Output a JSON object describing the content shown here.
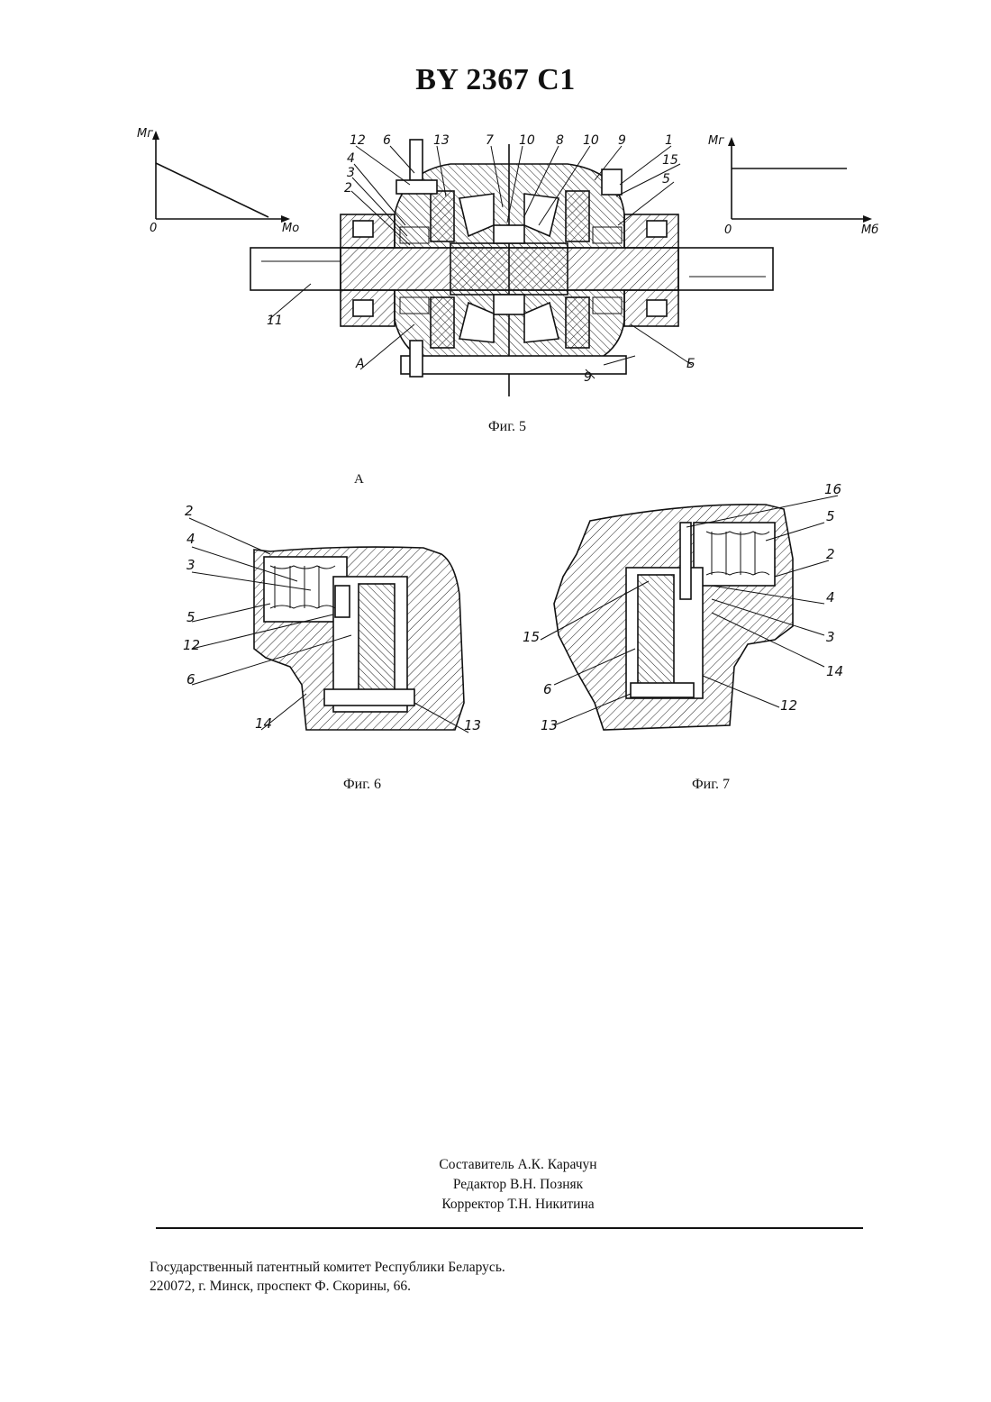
{
  "document": {
    "title": "BY 2367 C1"
  },
  "figures": {
    "fig5": {
      "caption": "Фиг. 5",
      "left_graph": {
        "y_label": "Mг",
        "x_label": "Mo",
        "origin": "0"
      },
      "right_graph": {
        "y_label": "Mг",
        "x_label": "Mб",
        "origin": "0"
      },
      "callouts_top": [
        "12",
        "6",
        "13",
        "7",
        "10",
        "8",
        "10",
        "9",
        "1"
      ],
      "callouts_left": [
        "4",
        "3",
        "2"
      ],
      "callouts_right": [
        "15",
        "5"
      ],
      "callouts_bottom": [
        "11",
        "А",
        "9",
        "Б"
      ]
    },
    "view_letter": "А",
    "fig6": {
      "caption": "Фиг. 6",
      "callouts": [
        "2",
        "4",
        "3",
        "5",
        "12",
        "6",
        "14",
        "13"
      ]
    },
    "fig7": {
      "caption": "Фиг. 7",
      "callouts": [
        "16",
        "5",
        "2",
        "15",
        "4",
        "3",
        "6",
        "14",
        "13",
        "12"
      ]
    }
  },
  "credits": {
    "compiler": "Составитель А.К. Карачун",
    "editor": "Редактор В.Н. Позняк",
    "proofreader": "Корректор Т.Н. Никитина"
  },
  "footer": {
    "line1": "Государственный патентный комитет Республики Беларусь.",
    "line2": "220072, г. Минск, проспект Ф. Скорины, 66."
  }
}
